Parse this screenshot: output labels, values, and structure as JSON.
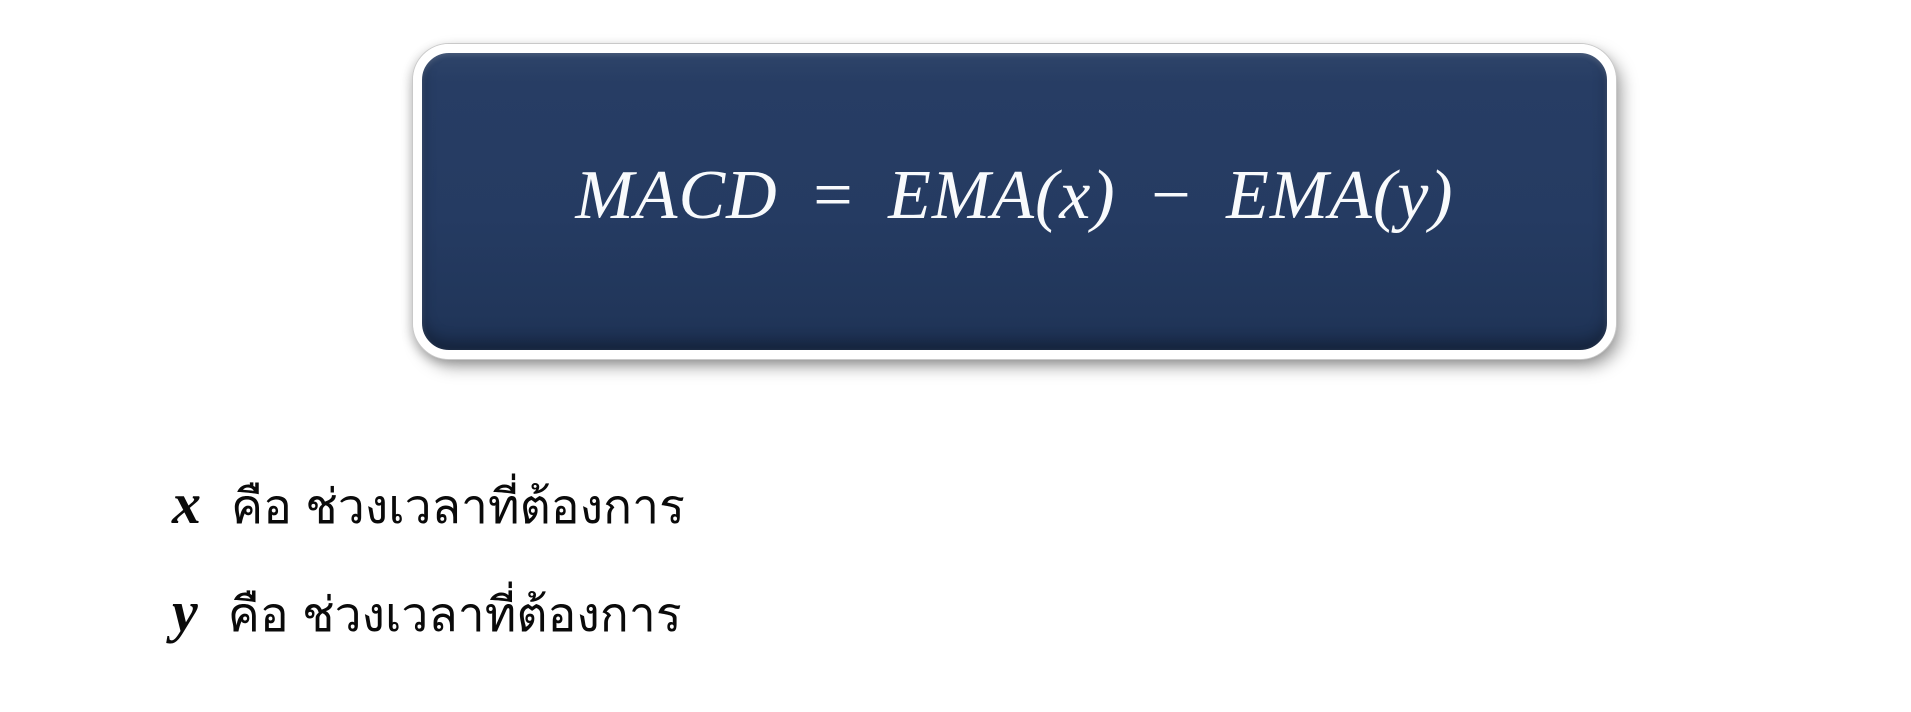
{
  "formula_card": {
    "formula": "MACD = EMA(x) − EMA(y)",
    "fill_color": "#253b62",
    "border_color": "#ffffff",
    "text_color": "#f8fafc"
  },
  "definitions": [
    {
      "variable": "x",
      "description": "คือ ช่วงเวลาที่ต้องการ"
    },
    {
      "variable": "y",
      "description": "คือ ช่วงเวลาที่ต้องการ"
    }
  ]
}
